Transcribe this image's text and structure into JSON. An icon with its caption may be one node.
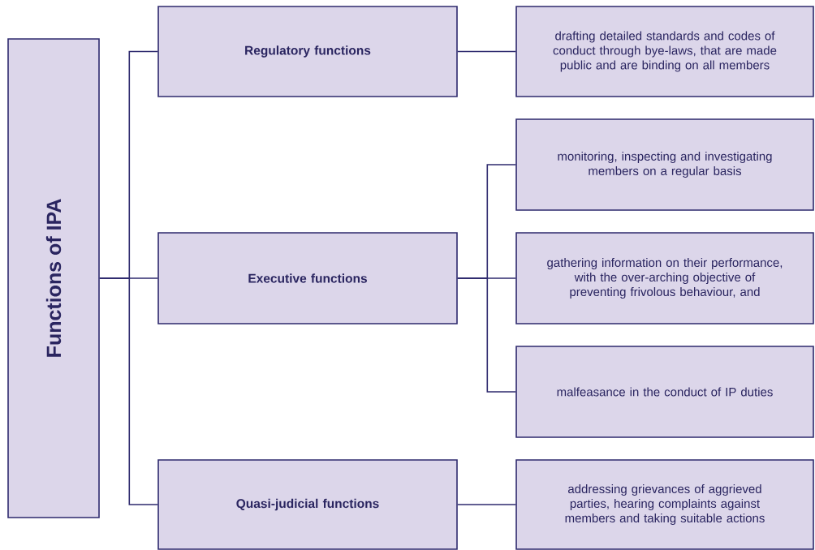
{
  "diagram": {
    "nodes": [
      {
        "text": [
          "Functions of IPA"
        ]
      },
      {
        "text": [
          "Regulatory functions"
        ]
      },
      {
        "text": [
          "Executive functions"
        ]
      },
      {
        "text": [
          "Quasi-judicial functions"
        ]
      },
      {
        "text": [
          "drafting detailed standards and codes of conduct through bye-laws, that are made public and are binding on all members"
        ]
      },
      {
        "text": [
          "monitoring, inspecting and investigating members on a regular basis"
        ]
      },
      {
        "text": [
          "gathering information on their performance, with the over-arching objective of preventing  frivolous behaviour, and"
        ]
      },
      {
        "text": [
          "malfeasance in the conduct of IP duties"
        ]
      },
      {
        "text": [
          "addressing grievances of aggrieved parties, hearing complaints against members and taking suitable actions"
        ]
      }
    ],
    "edges": [
      {
        "from": 0,
        "to": 1,
        "arrow": "none"
      },
      {
        "from": 0,
        "to": 2,
        "arrow": "none"
      },
      {
        "from": 0,
        "to": 3,
        "arrow": "none"
      },
      {
        "from": 1,
        "to": 4,
        "arrow": "none"
      },
      {
        "from": 2,
        "to": 5,
        "arrow": "none"
      },
      {
        "from": 2,
        "to": 6,
        "arrow": "none"
      },
      {
        "from": 2,
        "to": 7,
        "arrow": "none"
      },
      {
        "from": 3,
        "to": 8,
        "arrow": "none"
      }
    ]
  }
}
